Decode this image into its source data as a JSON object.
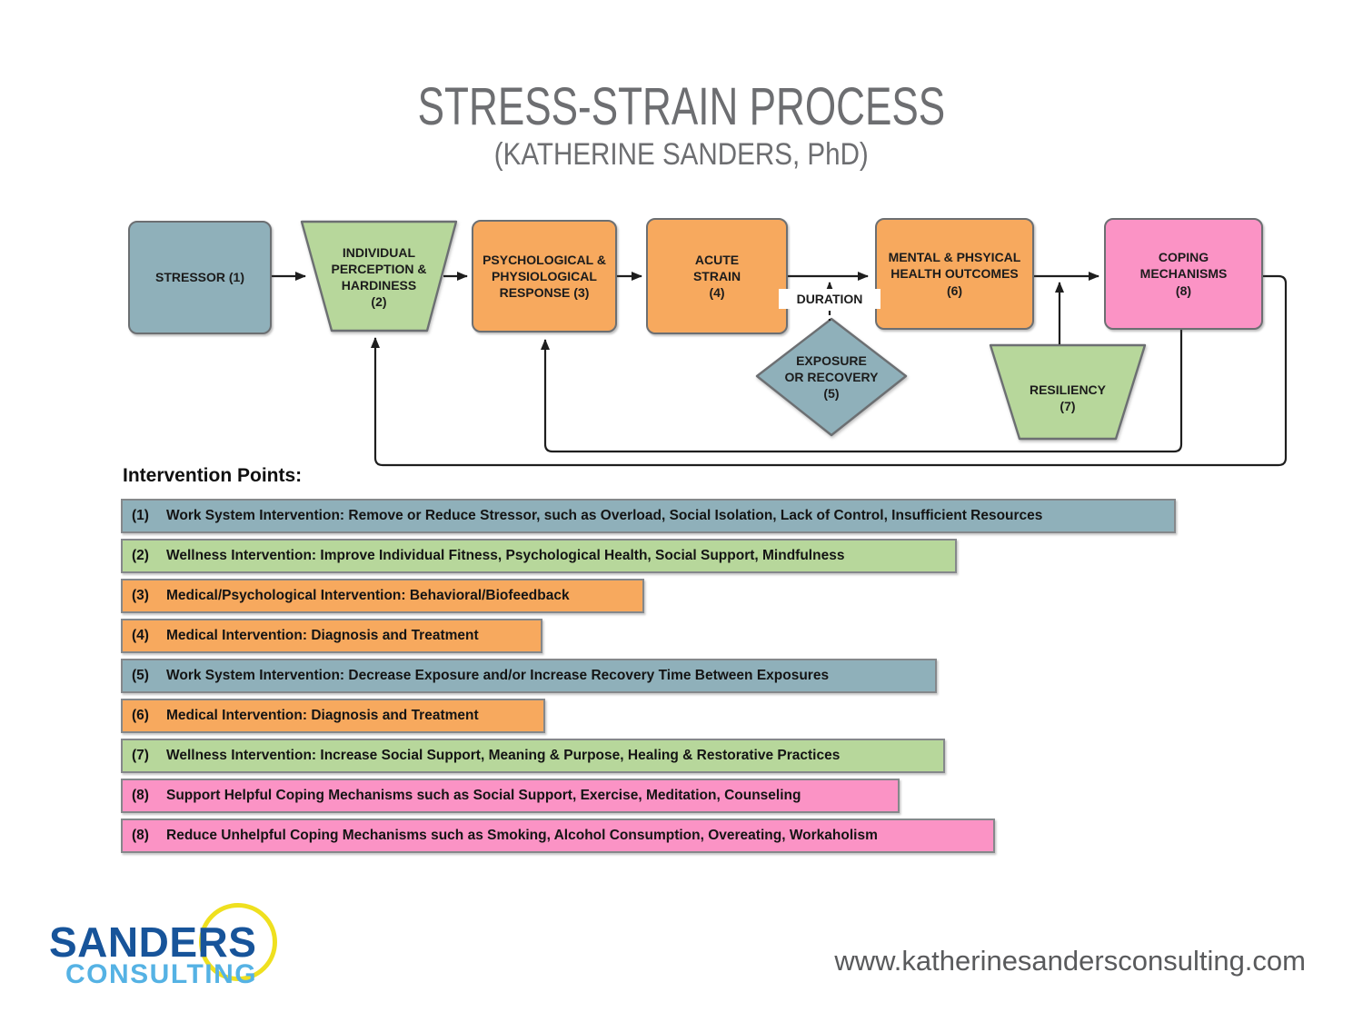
{
  "title": {
    "main": "STRESS-STRAIN PROCESS",
    "sub": "(KATHERINE SANDERS, PhD)"
  },
  "flowchart": {
    "duration_label": "DURATION",
    "nodes": {
      "stressor": {
        "label": "STRESSOR (1)",
        "shape": "rounded-rect",
        "color": "#8FB0BA"
      },
      "perception": {
        "label": "INDIVIDUAL\nPERCEPTION &\nHARDINESS\n(2)",
        "shape": "trapezoid",
        "color": "#B7D79B"
      },
      "response": {
        "label": "PSYCHOLOGICAL &\nPHYSIOLOGICAL\nRESPONSE (3)",
        "shape": "rounded-rect",
        "color": "#F7A95E"
      },
      "strain": {
        "label": "ACUTE\nSTRAIN\n(4)",
        "shape": "rounded-rect",
        "color": "#F7A95E"
      },
      "exposure": {
        "label": "EXPOSURE\nOR RECOVERY\n(5)",
        "shape": "diamond",
        "color": "#8FB0BA"
      },
      "outcomes": {
        "label": "MENTAL & PHSYICAL\nHEALTH OUTCOMES\n(6)",
        "shape": "rounded-rect",
        "color": "#F7A95E"
      },
      "resiliency": {
        "label": "RESILIENCY\n(7)",
        "shape": "trapezoid",
        "color": "#B7D79B"
      },
      "coping": {
        "label": "COPING\nMECHANISMS\n(8)",
        "shape": "rounded-rect",
        "color": "#FB93C5"
      }
    }
  },
  "interventions": {
    "heading": "Intervention Points:",
    "items": [
      {
        "num": "(1)",
        "text": "Work System Intervention: Remove or Reduce Stressor, such as Overload, Social Isolation, Lack of Control, Insufficient Resources",
        "color": "#8FB0BA"
      },
      {
        "num": "(2)",
        "text": "Wellness Intervention: Improve Individual Fitness, Psychological Health, Social Support, Mindfulness",
        "color": "#B7D79B"
      },
      {
        "num": "(3)",
        "text": "Medical/Psychological Intervention: Behavioral/Biofeedback",
        "color": "#F7A95E"
      },
      {
        "num": "(4)",
        "text": "Medical Intervention: Diagnosis and Treatment",
        "color": "#F7A95E"
      },
      {
        "num": "(5)",
        "text": "Work System Intervention: Decrease Exposure and/or Increase Recovery Time Between Exposures",
        "color": "#8FB0BA"
      },
      {
        "num": "(6)",
        "text": "Medical Intervention: Diagnosis and Treatment",
        "color": "#F7A95E"
      },
      {
        "num": "(7)",
        "text": "Wellness Intervention: Increase Social Support, Meaning & Purpose, Healing & Restorative Practices",
        "color": "#B7D79B"
      },
      {
        "num": "(8)",
        "text": "Support Helpful Coping Mechanisms such as Social Support, Exercise, Meditation, Counseling",
        "color": "#FB93C5"
      },
      {
        "num": "(8)",
        "text": "Reduce Unhelpful Coping Mechanisms such as Smoking, Alcohol Consumption, Overeating, Workaholism",
        "color": "#FB93C5"
      }
    ]
  },
  "footer": {
    "logo_top": "SANDERS",
    "logo_bottom": "CONSULTING",
    "website": "www.katherinesandersconsulting.com"
  },
  "palette": {
    "blue_gray": "#8FB0BA",
    "green": "#B7D79B",
    "orange": "#F7A95E",
    "pink": "#FB93C5",
    "title_gray": "#6D6E71",
    "logo_dark_blue": "#17549A",
    "logo_light_blue": "#55B2E4",
    "logo_yellow": "#EFE01F"
  }
}
